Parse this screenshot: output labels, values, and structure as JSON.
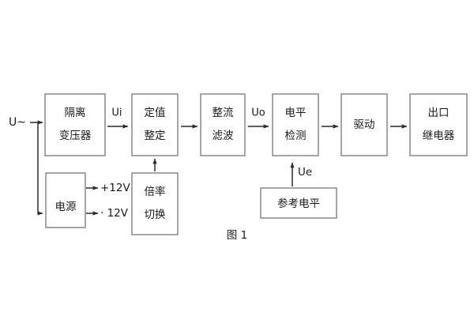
{
  "figure": {
    "caption": "图 1",
    "background_color": "#ffffff",
    "box_stroke_color": "#808080",
    "line_color": "#2b2b2b",
    "text_color": "#1a1a1a"
  },
  "input": {
    "label": "U~"
  },
  "blocks": [
    {
      "id": "isolation-transformer",
      "line1": "隔离",
      "line2": "变压器"
    },
    {
      "id": "setting-adjust",
      "line1": "定值",
      "line2": "整定"
    },
    {
      "id": "rectify-filter",
      "line1": "整流",
      "line2": "滤波"
    },
    {
      "id": "level-detect",
      "line1": "电平",
      "line2": "检测"
    },
    {
      "id": "driver",
      "line1": "驱动",
      "line2": ""
    },
    {
      "id": "output-relay",
      "line1": "出口",
      "line2": "继电器"
    },
    {
      "id": "power-supply",
      "line1": "电源",
      "line2": ""
    },
    {
      "id": "ratio-switch",
      "line1": "倍率",
      "line2": "切换"
    },
    {
      "id": "reference-level",
      "line1": "参考电平",
      "line2": ""
    }
  ],
  "signals": [
    {
      "id": "ui",
      "label": "Ui"
    },
    {
      "id": "uo",
      "label": "Uo"
    },
    {
      "id": "ue",
      "label": "Ue"
    }
  ],
  "power_rails": [
    {
      "id": "rail-pos",
      "label": "+12V"
    },
    {
      "id": "rail-neg",
      "label": "· 12V"
    }
  ]
}
